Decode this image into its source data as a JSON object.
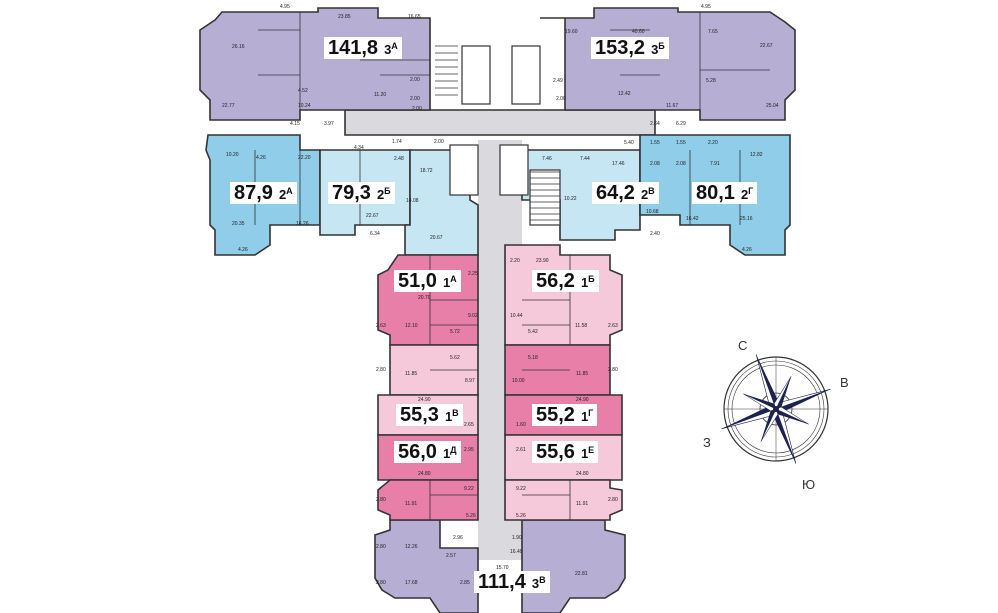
{
  "colors": {
    "three_room": "#b7aed4",
    "two_room": "#8fcde8",
    "two_room_light": "#c6e6f4",
    "one_room_dark": "#e77fa8",
    "one_room_light": "#f5c9da",
    "core": "#d9d9de",
    "lines": "#333333"
  },
  "apartments": [
    {
      "id": "3a",
      "area": "141,8",
      "rooms": "3",
      "letter": "А"
    },
    {
      "id": "3b",
      "area": "153,2",
      "rooms": "3",
      "letter": "Б"
    },
    {
      "id": "2a",
      "area": "87,9",
      "rooms": "2",
      "letter": "А"
    },
    {
      "id": "2b",
      "area": "79,3",
      "rooms": "2",
      "letter": "Б"
    },
    {
      "id": "2v",
      "area": "64,2",
      "rooms": "2",
      "letter": "В"
    },
    {
      "id": "2g",
      "area": "80,1",
      "rooms": "2",
      "letter": "Г"
    },
    {
      "id": "1a",
      "area": "51,0",
      "rooms": "1",
      "letter": "А"
    },
    {
      "id": "1b",
      "area": "56,2",
      "rooms": "1",
      "letter": "Б"
    },
    {
      "id": "1v",
      "area": "55,3",
      "rooms": "1",
      "letter": "В"
    },
    {
      "id": "1g",
      "area": "55,2",
      "rooms": "1",
      "letter": "Г"
    },
    {
      "id": "1d",
      "area": "56,0",
      "rooms": "1",
      "letter": "Д"
    },
    {
      "id": "1e",
      "area": "55,6",
      "rooms": "1",
      "letter": "Е"
    },
    {
      "id": "3v",
      "area": "111,4",
      "rooms": "3",
      "letter": "В"
    }
  ],
  "room_areas": [
    "4.95",
    "26.16",
    "23.85",
    "16.65",
    "4.52",
    "2.00",
    "11.20",
    "2.00",
    "2.00",
    "22.77",
    "10.24",
    "4.15",
    "3.97",
    "4.95",
    "19.60",
    "40.60",
    "7.65",
    "22.67",
    "2.49",
    "5.28",
    "2.00",
    "12.42",
    "11.67",
    "25.04",
    "2.64",
    "6.29",
    "10.20",
    "4.26",
    "22.20",
    "4.34",
    "1.74",
    "2.48",
    "2.00",
    "18.72",
    "20.35",
    "16.26",
    "4.26",
    "22.67",
    "14.08",
    "6.34",
    "20.67",
    "5.40",
    "1.55",
    "1.55",
    "2.20",
    "12.82",
    "7.46",
    "7.44",
    "17.46",
    "2.08",
    "2.08",
    "7.91",
    "10.22",
    "10.68",
    "16.42",
    "25.16",
    "2.40",
    "4.26",
    "2.20",
    "23.90",
    "2.25",
    "20.70",
    "9.02",
    "10.44",
    "2.63",
    "12.10",
    "5.72",
    "5.42",
    "11.58",
    "2.63",
    "2.80",
    "5.62",
    "5.18",
    "11.85",
    "8.97",
    "10.00",
    "11.85",
    "2.80",
    "24.90",
    "24.90",
    "2.65",
    "1.60",
    "2.95",
    "2.61",
    "24.80",
    "24.80",
    "9.22",
    "9.22",
    "2.80",
    "11.91",
    "11.91",
    "2.80",
    "5.26",
    "5.26",
    "2.80",
    "2.96",
    "1.90",
    "12.26",
    "2.57",
    "16.49",
    "15.70",
    "22.81",
    "2.80",
    "17.68",
    "2.85"
  ],
  "compass": {
    "n": "С",
    "e": "В",
    "s": "Ю",
    "w": "З"
  }
}
